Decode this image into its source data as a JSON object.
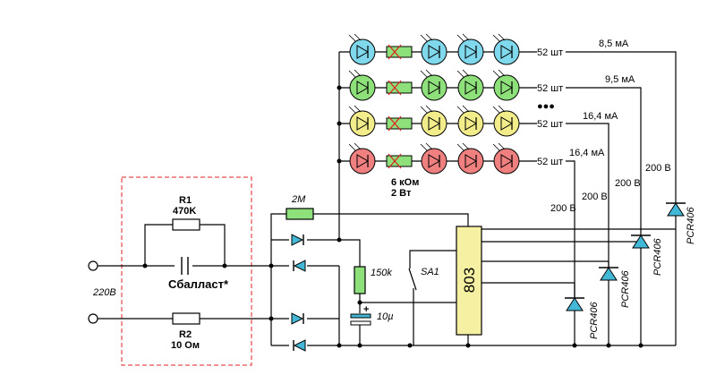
{
  "components": {
    "r1": {
      "name": "R1",
      "value": "470K"
    },
    "c_ballast": {
      "name": "Cбалласт*"
    },
    "r2": {
      "name": "R2",
      "value": "10 Ом"
    },
    "mains": {
      "label": "220В"
    },
    "r_2m": {
      "value": "2M"
    },
    "r_150k": {
      "value": "150k"
    },
    "c_10u": {
      "value": "10µ",
      "polarity": "+"
    },
    "switch": {
      "name": "SA1"
    },
    "ic": {
      "name": "803"
    },
    "led_resistor": {
      "value": "6 кОм",
      "power": "2 Вт"
    }
  },
  "led_rows": [
    {
      "color": "#7fd8ec",
      "count": "52 шт",
      "current": "8,5 мА"
    },
    {
      "color": "#8ee07a",
      "count": "52 шт",
      "current": "9,5 мА"
    },
    {
      "color": "#f2ec8a",
      "count": "52 шт",
      "current": "16,4 мА"
    },
    {
      "color": "#f07f7f",
      "count": "52 шт",
      "current": "16,4 мА"
    }
  ],
  "ellipsis": "●●●",
  "thyristors": [
    {
      "name": "PCR406",
      "voltage": "200 В"
    },
    {
      "name": "PCR406",
      "voltage": "200 В"
    },
    {
      "name": "PCR406",
      "voltage": "200 В"
    },
    {
      "name": "PCR406",
      "voltage": "200 В"
    }
  ]
}
